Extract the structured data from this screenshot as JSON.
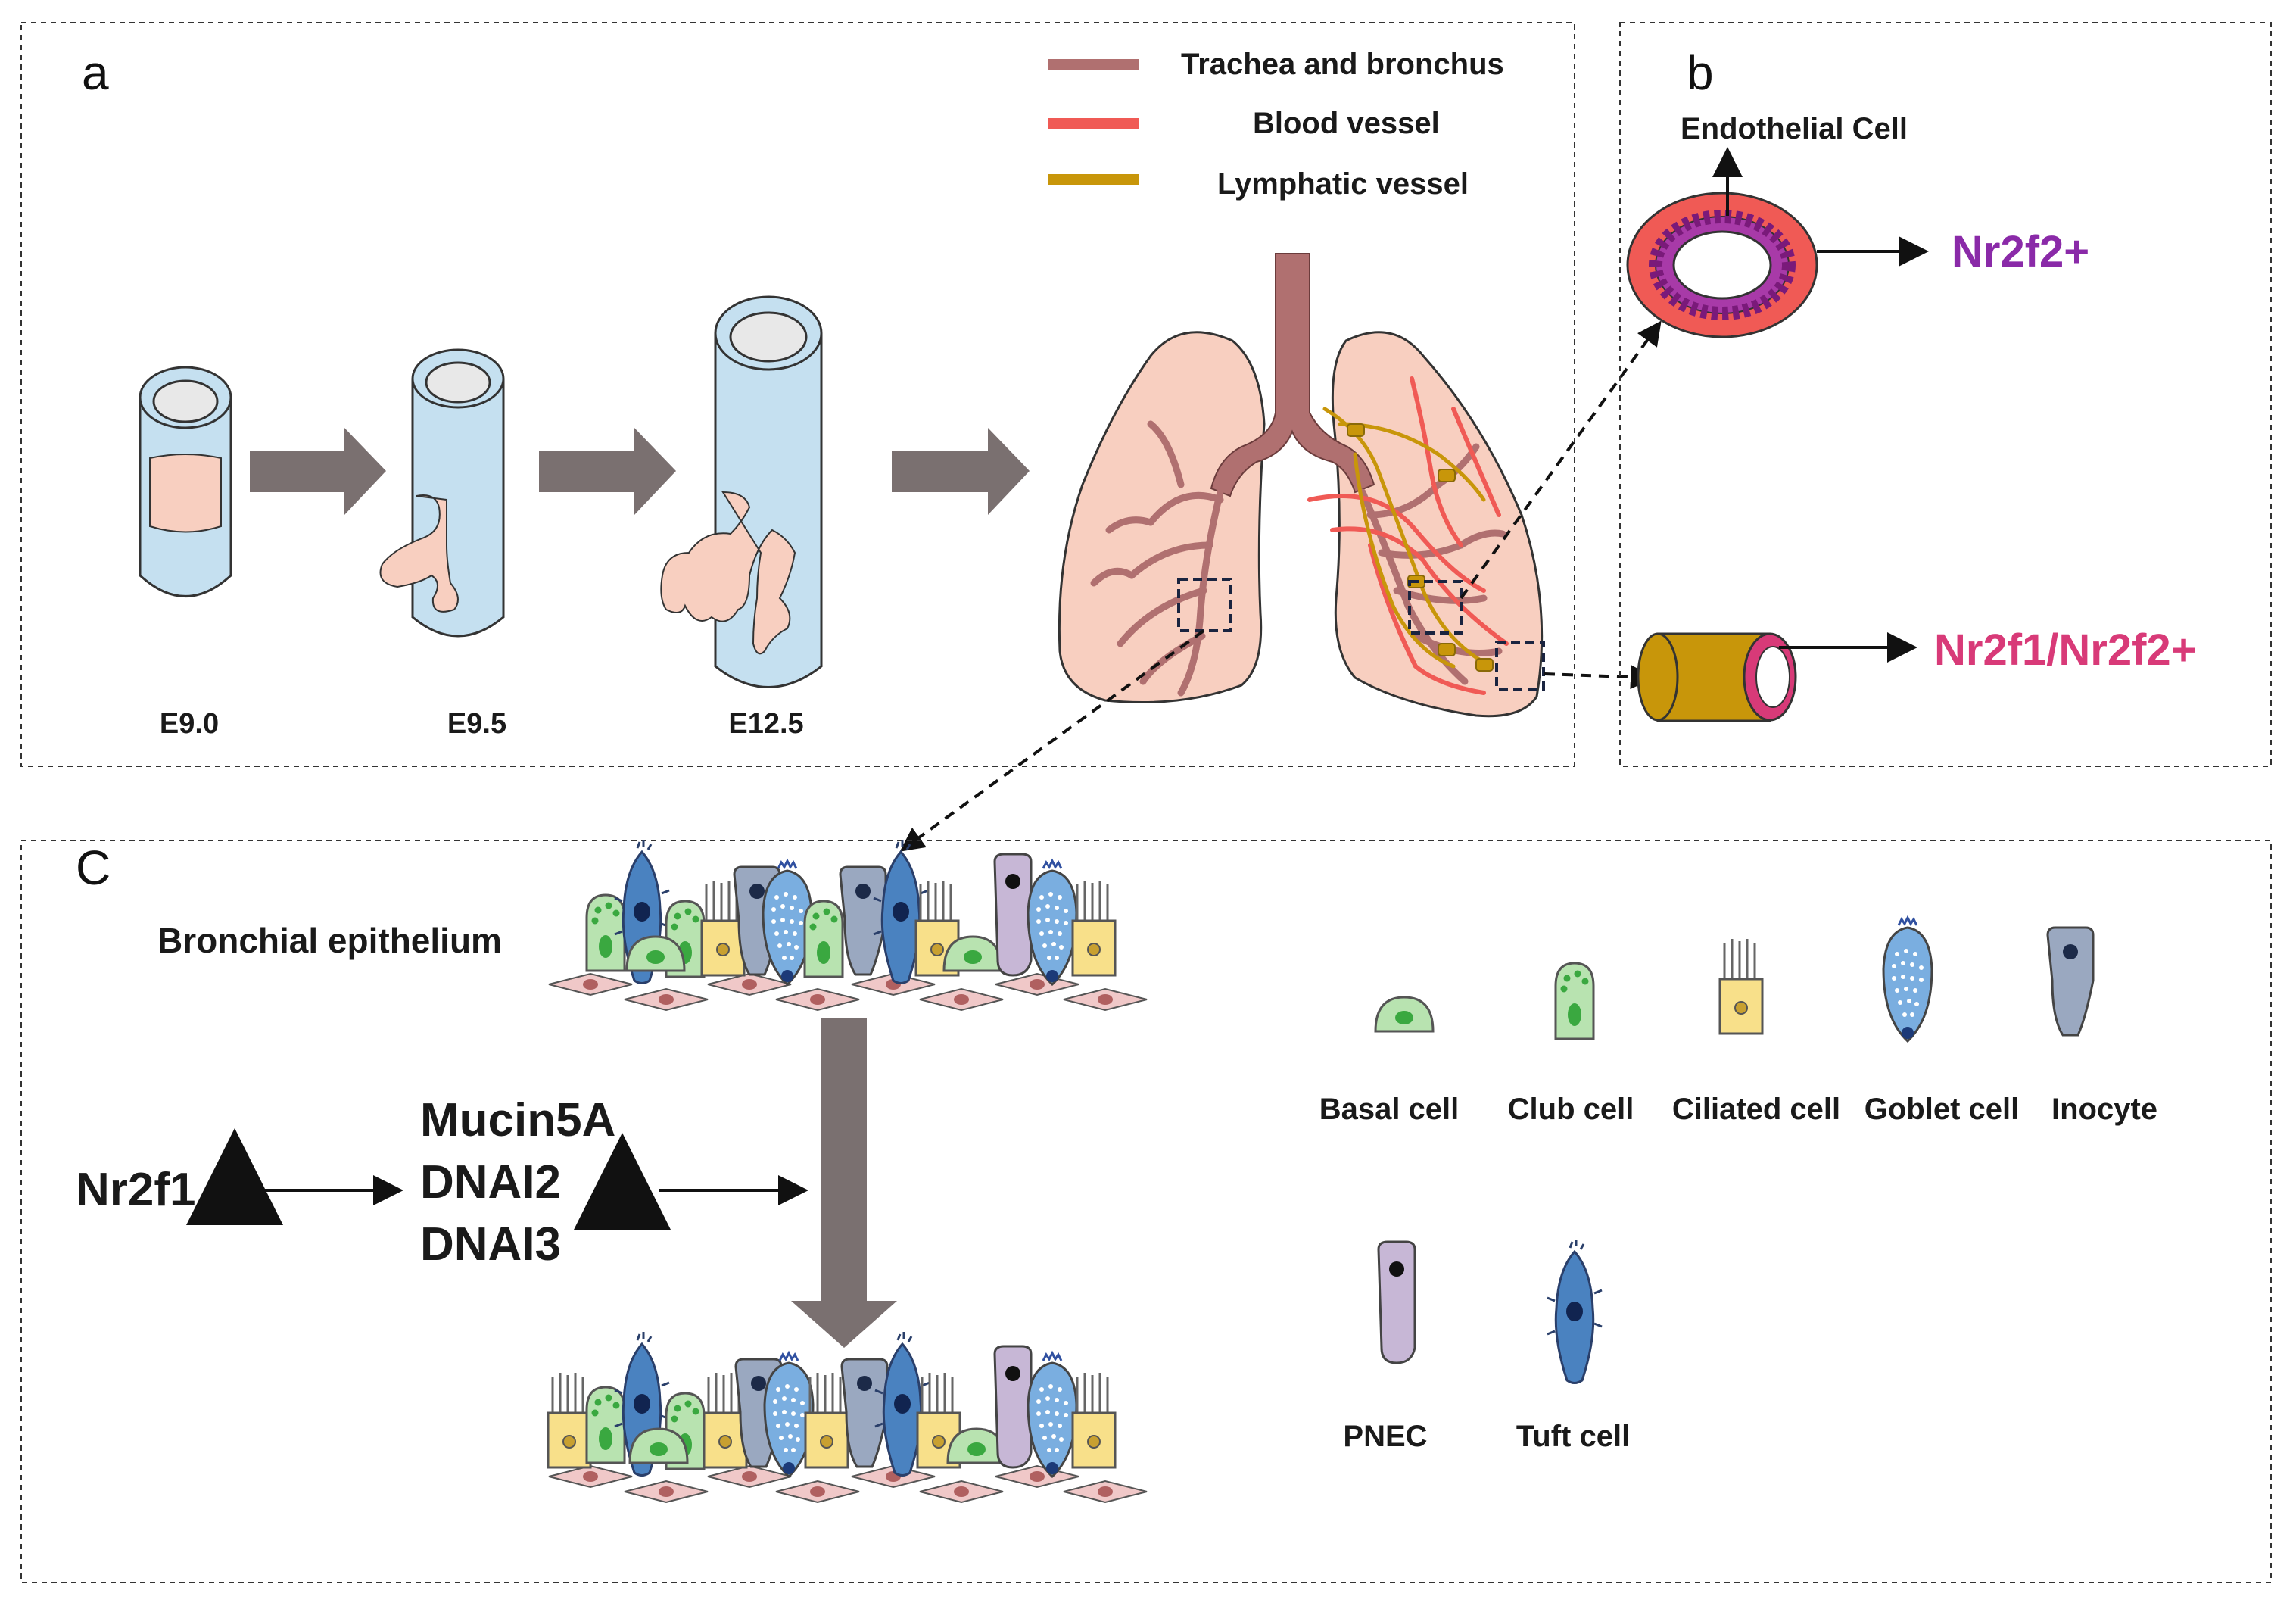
{
  "panels": {
    "a": "a",
    "b": "b",
    "c": "C"
  },
  "legend": [
    {
      "label": "Trachea and bronchus",
      "color": "#b07070"
    },
    {
      "label": "Blood vessel",
      "color": "#f05a55"
    },
    {
      "label": "Lymphatic vessel",
      "color": "#c8960a"
    }
  ],
  "stages": [
    "E9.0",
    "E9.5",
    "E12.5"
  ],
  "panel_b": {
    "endothelial_label": "Endothelial Cell",
    "blood_marker": "Nr2f2+",
    "lymph_marker": "Nr2f1/Nr2f2+",
    "blood_marker_color": "#8a2aa8",
    "lymph_marker_color": "#d83a78"
  },
  "panel_c": {
    "epithelium_label": "Bronchial epithelium",
    "regulator": "Nr2f1",
    "targets": [
      "Mucin5A",
      "DNAI2",
      "DNAI3"
    ],
    "cell_types": [
      "Basal cell",
      "Club cell",
      "Ciliated cell",
      "Goblet cell",
      "Inocyte",
      "PNEC",
      "Tuft cell"
    ]
  },
  "colors": {
    "tube_fill": "#c5e0f0",
    "bud_fill": "#f8cfc0",
    "arrow_gray": "#7a7070",
    "basal": "#b8e3b0",
    "ciliated": "#f8e08a",
    "goblet": "#7aaee0",
    "tuft": "#4a82c0",
    "inocyte": "#9aa8c0",
    "pnec": "#c7b7d6",
    "basement": "#f0c8c8"
  }
}
